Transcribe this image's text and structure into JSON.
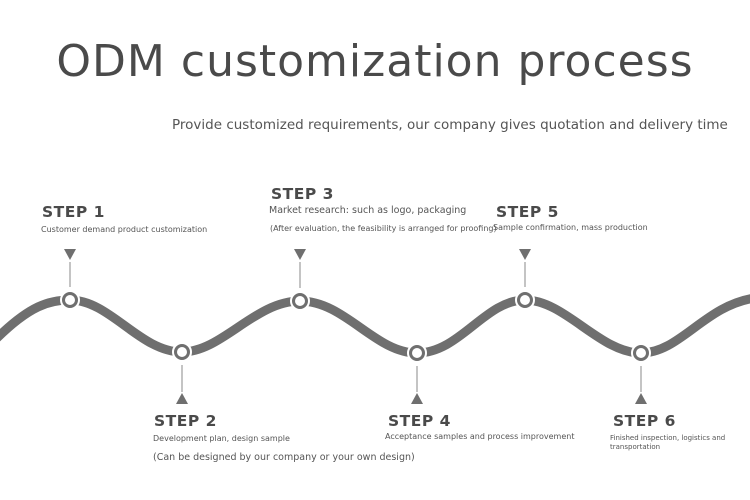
{
  "title": "ODM customization process",
  "subtitle": "Provide customized requirements, our company gives quotation and delivery time",
  "steps": [
    {
      "label": "STEP 1",
      "desc": "Customer demand product customization",
      "note": ""
    },
    {
      "label": "STEP 2",
      "desc": "Development plan, design sample",
      "note": "(Can be designed by our company or your own design)"
    },
    {
      "label": "STEP 3",
      "desc": "Market research: such as logo, packaging",
      "note": "(After evaluation, the feasibility is arranged for proofing)"
    },
    {
      "label": "STEP 4",
      "desc": "Acceptance samples and process improvement",
      "note": ""
    },
    {
      "label": "STEP 5",
      "desc": "Sample confirmation, mass production",
      "note": ""
    },
    {
      "label": "STEP 6",
      "desc": "Finished inspection, logistics and",
      "desc2": "transportation",
      "note": ""
    }
  ],
  "colors": {
    "line": "#6f6f6f",
    "text": "#4a4a4a"
  }
}
